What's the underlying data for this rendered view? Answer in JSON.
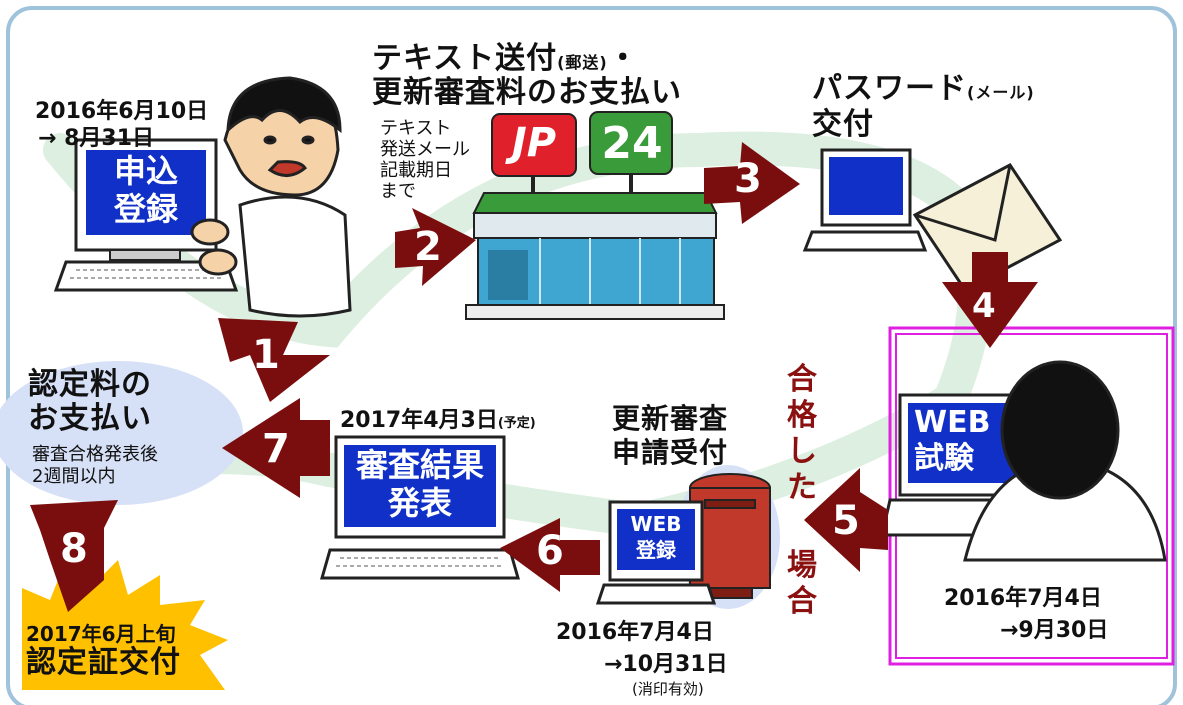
{
  "steps": {
    "registration": {
      "date_start": "2016年6月10日",
      "date_end": "→ 8月31日",
      "screen_label_1": "申込",
      "screen_label_2": "登録"
    },
    "text_delivery": {
      "title_1": "テキスト送付",
      "title_1_note": "(郵送)",
      "title_1_tail": "・",
      "title_2": "更新審査料のお支払い",
      "note_1": "テキスト",
      "note_2": "発送メール",
      "note_3": "記載期日",
      "note_4": "まで",
      "sign_jp": "JP",
      "sign_24": "24"
    },
    "password": {
      "title_1": "パスワード",
      "title_1_note": "(メール)",
      "title_2": "交付"
    },
    "web_exam": {
      "screen_label_1": "WEB",
      "screen_label_2": "試験",
      "date_start": "2016年7月4日",
      "date_end": "→9月30日"
    },
    "passed": {
      "chars": [
        "合",
        "格",
        "し",
        "た",
        "場",
        "合"
      ]
    },
    "renewal_application": {
      "title_1": "更新審査",
      "title_2": "申請受付",
      "screen_label_1": "WEB",
      "screen_label_2": "登録",
      "date_start": "2016年7月4日",
      "date_end": "→10月31日",
      "note": "(消印有効)"
    },
    "result": {
      "date": "2017年4月3日",
      "date_note": "(予定)",
      "screen_label_1": "審査結果",
      "screen_label_2": "発表"
    },
    "fee_payment": {
      "title_1": "認定料の",
      "title_2": "お支払い",
      "note_1": "審査合格発表後",
      "note_2": "2週間以内"
    },
    "certificate": {
      "date": "2017年6月上旬",
      "title": "認定証交付"
    }
  },
  "arrows": {
    "numbers": [
      "1",
      "2",
      "3",
      "4",
      "5",
      "6",
      "7",
      "8"
    ],
    "color": "#7a0e0e"
  },
  "colors": {
    "screen_blue": "#1030c8",
    "frame_border": "#9fc3da",
    "highlight_border": "#e020e0",
    "path_green": "#dcefe0",
    "bubble_blue": "#d6e0f7",
    "starburst": "#ffc000",
    "mailbox_red": "#c0392b",
    "jp_red": "#e0202a",
    "sign_green": "#3a9b3a"
  }
}
